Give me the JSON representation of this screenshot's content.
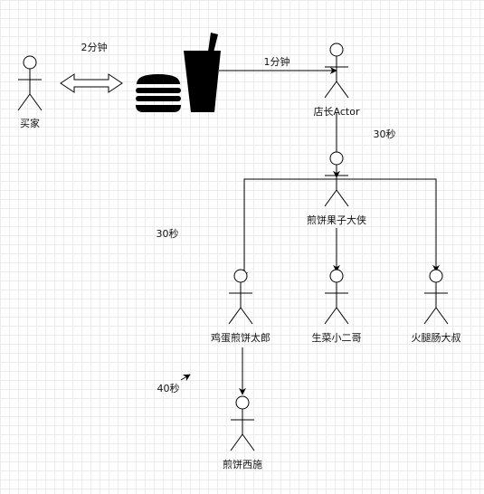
{
  "diagram": {
    "actors": {
      "buyer": "买家",
      "manager": "店长Actor",
      "hero": "煎饼果子大侠",
      "egg": "鸡蛋煎饼太郎",
      "lettuce": "生菜小二哥",
      "ham": "火腿肠大叔",
      "xishi": "煎饼西施"
    },
    "edges": {
      "buyer_shop": "2分钟",
      "shop_manager": "1分钟",
      "manager_hero": "30秒",
      "hero_workers": "30秒",
      "egg_xishi": "40秒"
    },
    "icons": [
      "double-arrow-icon",
      "burger-icon",
      "drink-cup-icon",
      "stick-figure-icon"
    ],
    "colors": {
      "line": "#000000",
      "grid": "#ececec",
      "figure_fill": "#ffffff"
    }
  }
}
